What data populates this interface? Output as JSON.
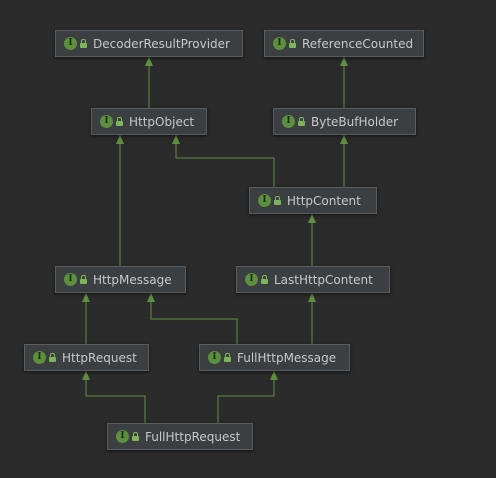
{
  "diagram": {
    "colors": {
      "background": "#2b2b2b",
      "node_fill": "#3c3f41",
      "node_border": "#5a5d5f",
      "text": "#c8c8c8",
      "edge": "#5c8f3e",
      "interface_icon": "#5c8f3e"
    },
    "icons": {
      "interface": "interface-icon",
      "visibility": "lock-icon",
      "interface_glyph": "I"
    },
    "nodes": {
      "decoder_result_provider": {
        "label": "DecoderResultProvider"
      },
      "reference_counted": {
        "label": "ReferenceCounted"
      },
      "http_object": {
        "label": "HttpObject"
      },
      "byte_buf_holder": {
        "label": "ByteBufHolder"
      },
      "http_content": {
        "label": "HttpContent"
      },
      "http_message": {
        "label": "HttpMessage"
      },
      "last_http_content": {
        "label": "LastHttpContent"
      },
      "http_request": {
        "label": "HttpRequest"
      },
      "full_http_message": {
        "label": "FullHttpMessage"
      },
      "full_http_request": {
        "label": "FullHttpRequest"
      }
    },
    "edges": [
      {
        "from": "http_object",
        "to": "decoder_result_provider"
      },
      {
        "from": "byte_buf_holder",
        "to": "reference_counted"
      },
      {
        "from": "http_content",
        "to": "http_object"
      },
      {
        "from": "http_content",
        "to": "byte_buf_holder"
      },
      {
        "from": "http_message",
        "to": "http_object"
      },
      {
        "from": "last_http_content",
        "to": "http_content"
      },
      {
        "from": "http_request",
        "to": "http_message"
      },
      {
        "from": "full_http_message",
        "to": "http_message"
      },
      {
        "from": "full_http_message",
        "to": "last_http_content"
      },
      {
        "from": "full_http_request",
        "to": "http_request"
      },
      {
        "from": "full_http_request",
        "to": "full_http_message"
      }
    ]
  }
}
